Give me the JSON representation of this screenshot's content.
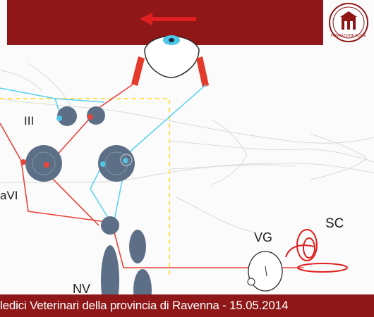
{
  "slide": {
    "labels": {
      "oculomotor": "III",
      "abducens": "aVI",
      "vestibular_ganglion": "VG",
      "semicircular_canal": "SC",
      "vestibular_nerve": "NV"
    },
    "footer_text": "ledici Veterinari della provincia di Ravenna - 15.05.2014",
    "seal_text": "FONDAZIONE ROSSI"
  },
  "colors": {
    "banner": "#8f1717",
    "arrow": "#e02020",
    "cyan_pathway": "#5ed3f0",
    "red_pathway": "#e8433a",
    "nucleus": "#5d6f87",
    "guide_line": "#ffe14a"
  },
  "icons": {
    "direction_arrow": "left-arrow-icon",
    "seal": "foundation-seal-icon",
    "eye": "eye-icon"
  }
}
